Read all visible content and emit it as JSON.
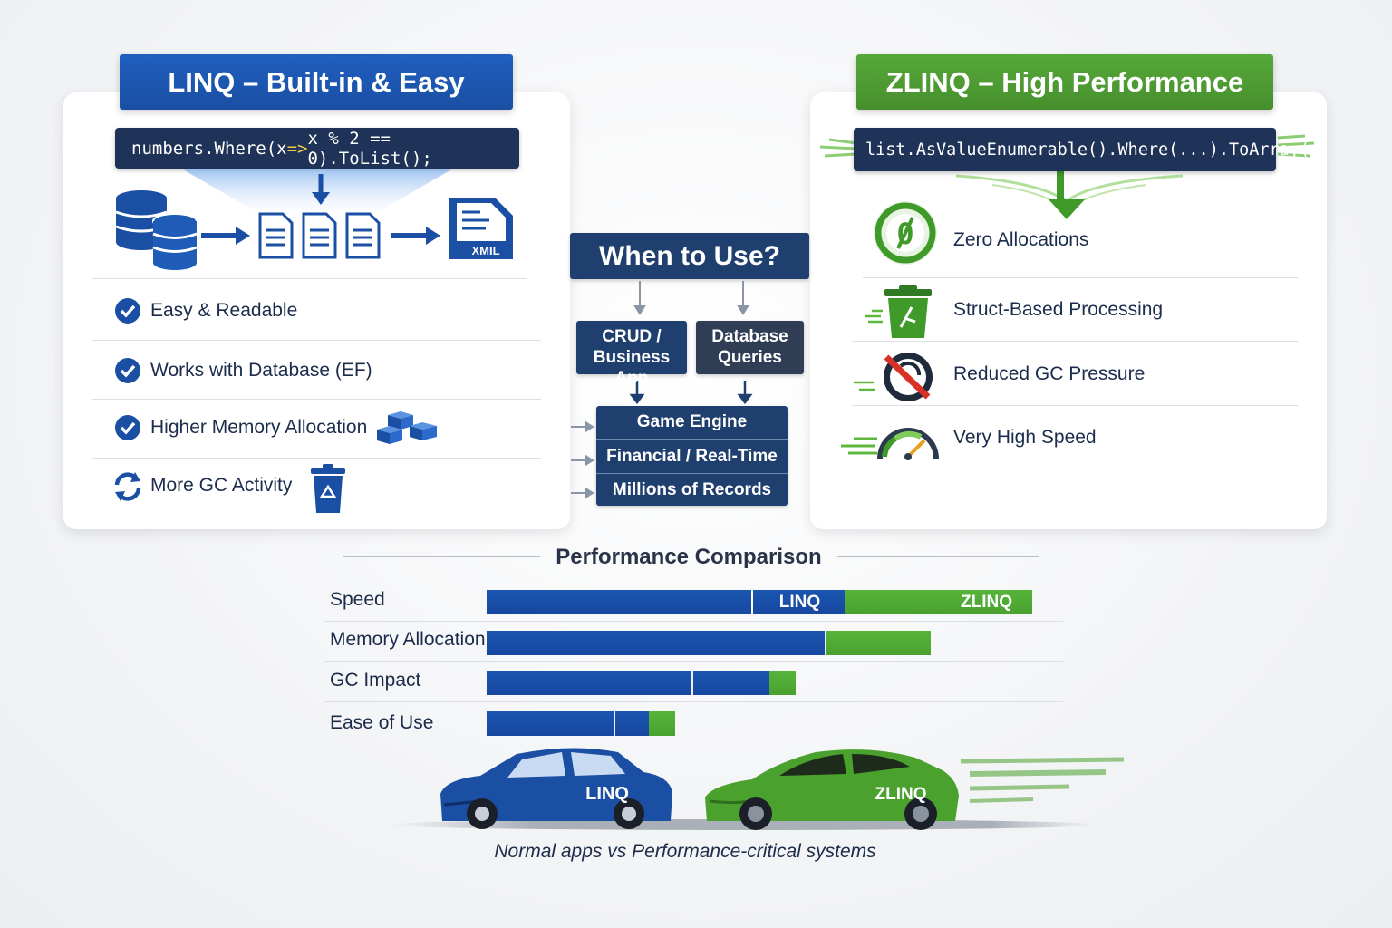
{
  "linq": {
    "title": "LINQ – Built-in & Easy",
    "code": "numbers.Where(x => x % 2 == 0).ToList();",
    "code_parts": [
      "numbers.Where(x ",
      "=>",
      " x % 2 == 0).ToList();"
    ],
    "xml_label": "XMIL",
    "items": [
      {
        "label": "Easy & Readable",
        "icon": "check-circle-icon"
      },
      {
        "label": "Works with Database (EF)",
        "icon": "check-circle-icon"
      },
      {
        "label": "Higher Memory Allocation",
        "icon": "check-circle-icon"
      },
      {
        "label": "More GC Activity",
        "icon": "refresh-icon"
      }
    ],
    "color": "#1a56b0"
  },
  "zlinq": {
    "title": "ZLINQ – High Performance",
    "code": "list.AsValueEnumerable().Where(...).ToArray(;",
    "items": [
      {
        "label": "Zero Allocations",
        "icon": "zero-badge-icon"
      },
      {
        "label": "Struct-Based Processing",
        "icon": "trash-bin-icon"
      },
      {
        "label": "Reduced GC Pressure",
        "icon": "no-gc-icon"
      },
      {
        "label": "Very High Speed",
        "icon": "speedometer-icon"
      }
    ],
    "color": "#4a9a2e"
  },
  "when": {
    "title": "When to Use?",
    "linq_case": "CRUD / Business App",
    "linq_case_lines": [
      "CRUD /",
      "Business App"
    ],
    "db_case_lines": [
      "Database",
      "Queries"
    ],
    "zlinq_cases": [
      "Game Engine",
      "Financial / Real-Time",
      "Millions of Records"
    ]
  },
  "performance": {
    "title": "Performance Comparison",
    "linq_label": "LINQ",
    "zlinq_label": "ZLINQ"
  },
  "chart_data": {
    "type": "bar",
    "title": "Performance Comparison",
    "categories": [
      "Speed",
      "Memory Allocation",
      "GC Impact",
      "Ease of Use"
    ],
    "series": [
      {
        "name": "LINQ",
        "values": [
          395,
          373,
          312,
          179
        ]
      },
      {
        "name": "ZLINQ",
        "values": [
          207,
          117,
          29,
          29
        ]
      }
    ],
    "colors": {
      "linq": "#1a56b0",
      "zlinq": "#4aa12e"
    }
  },
  "cars": {
    "left_label": "LINQ",
    "right_label": "ZLINQ",
    "caption": "Normal apps vs Performance-critical systems"
  }
}
